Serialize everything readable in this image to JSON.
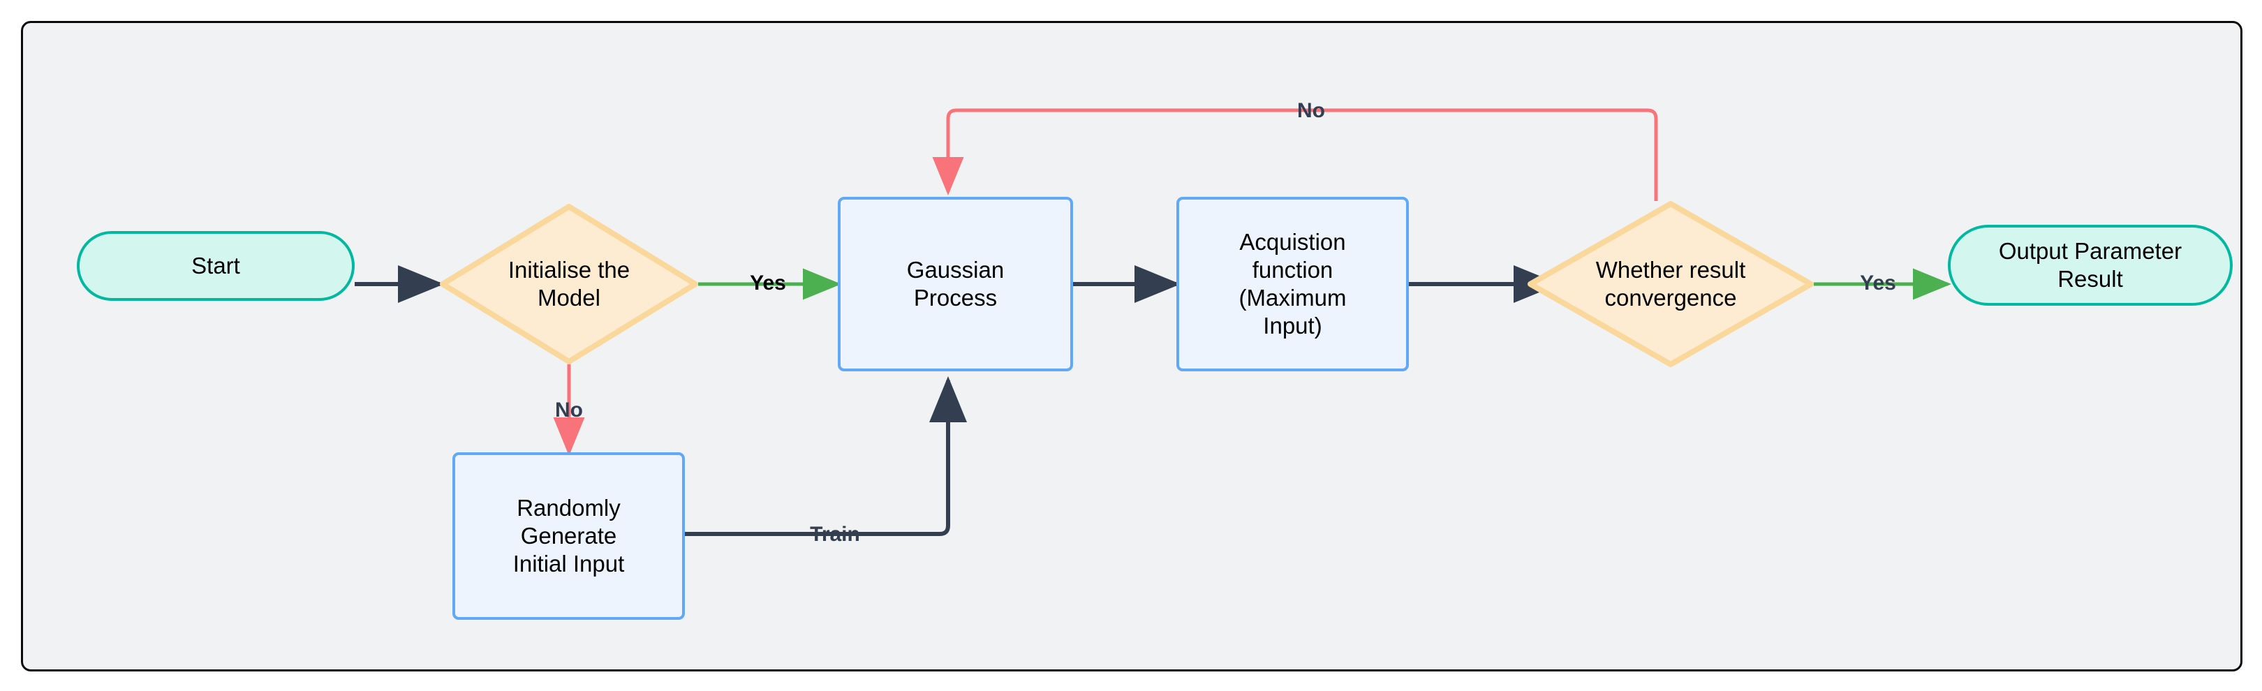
{
  "diagram": {
    "type": "flowchart",
    "title": "Bayesian Optimisation Flowchart",
    "background_color": "#f1f2f3",
    "border_color": "#0b0b0b",
    "nodes": [
      {
        "id": "start",
        "label": "Start",
        "shape": "stadium",
        "fill": "#d3f7ee",
        "stroke": "#03b8a0"
      },
      {
        "id": "initialise",
        "label": "Initialise the\nModel",
        "shape": "diamond",
        "fill": "#fdecd1",
        "stroke": "#fad79a"
      },
      {
        "id": "gaussian",
        "label": "Gaussian\nProcess",
        "shape": "rect",
        "fill": "#edf4fe",
        "stroke": "#61a9f7"
      },
      {
        "id": "acquisition",
        "label": "Acquistion\nfunction\n(Maximum\nInput)",
        "shape": "rect",
        "fill": "#edf4fe",
        "stroke": "#61a9f7"
      },
      {
        "id": "convergence",
        "label": "Whether result\nconvergence",
        "shape": "diamond",
        "fill": "#fdecd1",
        "stroke": "#fad79a"
      },
      {
        "id": "output",
        "label": "Output Parameter\nResult",
        "shape": "stadium",
        "fill": "#d3f7ee",
        "stroke": "#03b8a0"
      },
      {
        "id": "randomly",
        "label": "Randomly\nGenerate\nInitial Input",
        "shape": "rect",
        "fill": "#edf4fe",
        "stroke": "#61a9f7"
      }
    ],
    "edges": [
      {
        "id": "e1",
        "from": "start",
        "to": "initialise",
        "label": "",
        "color": "#333f50"
      },
      {
        "id": "e2",
        "from": "initialise",
        "to": "gaussian",
        "label": "Yes",
        "color": "#4caf50",
        "label_color": "#000000"
      },
      {
        "id": "e3",
        "from": "initialise",
        "to": "randomly",
        "label": "No",
        "color": "#f8737a",
        "label_color": "#333f50"
      },
      {
        "id": "e4",
        "from": "gaussian",
        "to": "acquisition",
        "label": "",
        "color": "#333f50"
      },
      {
        "id": "e5",
        "from": "acquisition",
        "to": "convergence",
        "label": "",
        "color": "#333f50"
      },
      {
        "id": "e6",
        "from": "convergence",
        "to": "output",
        "label": "Yes",
        "color": "#4caf50",
        "label_color": "#333f50"
      },
      {
        "id": "e7",
        "from": "convergence",
        "to": "gaussian",
        "label": "No",
        "color": "#f8737a",
        "label_color": "#333f50"
      },
      {
        "id": "e8",
        "from": "randomly",
        "to": "gaussian",
        "label": "Train",
        "color": "#333f50",
        "label_color": "#333f50"
      }
    ]
  }
}
